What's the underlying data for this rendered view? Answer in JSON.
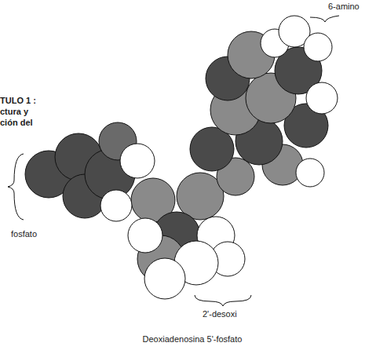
{
  "diagram": {
    "caption": "Deoxiadenosina 5'-fosfato",
    "labels": [
      "TULO 1 :",
      "ctura y",
      "ción del",
      "6-amino",
      "fosfato",
      "2'-desoxi"
    ]
  }
}
